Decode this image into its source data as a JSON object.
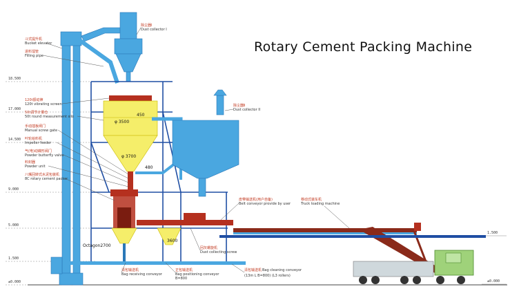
{
  "title": "Rotary Cement Packing Machine",
  "colors": {
    "duct_blue": "#4aa7e0",
    "structure_blue": "#1f4ea3",
    "silo_yellow": "#f5ee6a",
    "machine_red": "#b5301f",
    "truck_green": "#9fd27a"
  },
  "elevations": [
    {
      "value": "18.500"
    },
    {
      "value": "17.000"
    },
    {
      "value": "14.500"
    },
    {
      "value": "9.000"
    },
    {
      "value": "5.000"
    },
    {
      "value": "1.500"
    },
    {
      "value": "±0.000"
    }
  ],
  "right_elevations": [
    {
      "value": "1.500"
    },
    {
      "value": "±0.000"
    }
  ],
  "labels": {
    "dust_collector_1_cn": "除尘器Ⅰ",
    "dust_collector_1": "Dust collector I",
    "dust_collector_2_cn": "除尘器Ⅱ",
    "dust_collector_2": "Dust collector II",
    "bucket_elevator_cn": "斗式提升机",
    "bucket_elevator": "Bucket elevator",
    "filling_pipe_cn": "进料溜管",
    "filling_pipe": "Filling pipe",
    "vibrating_screen_cn": "120t振动筛",
    "vibrating_screen": "120t vibrating screen",
    "measurement_silo_cn": "50t调节计量仓",
    "measurement_silo": "50t round measurement silo",
    "manual_gate_cn": "手动插板闸门",
    "manual_gate": "Manual screw gate",
    "impeller_feeder_cn": "叶轮给料机",
    "impeller_feeder": "Impeller feeder",
    "butterfly_valve_cn": "气(电)动蝶形阀门",
    "butterfly_valve": "Powder butterfly valve",
    "powder_unit_cn": "料封器",
    "powder_unit": "Powder unit",
    "packer_cn": "八嘴回转式水泥包装机",
    "packer": "8C rotary cement packer",
    "belt_conveyor_cn": "皮带输送机(用户自备)",
    "belt_conveyor": "Belt conveyor provide by user",
    "truck_loader_cn": "移动式装车机",
    "truck_loader": "Truck loading machine",
    "dust_screw_cn": "回灰螺旋机",
    "dust_screw": "Dust collecting screw",
    "bag_conveyor_cn": "清包输送机",
    "bag_conveyor": "Bag receiving conveyor",
    "bag_cleaning_cn": "清包输送机",
    "bag_cleaning": "Bag cleaning conveyor",
    "bag_cleaning_spec": "(13m L B=800) (L3 rollers)",
    "bag_positioning_cn": "正包输送机",
    "bag_positioning": "Bag positioning conveyor",
    "bag_positioning_spec": "B=800"
  },
  "dimensions": {
    "d450": "450",
    "d3500": "φ 3500",
    "d3700": "φ 3700",
    "d480": "480",
    "d3600": "3600",
    "octagon": "Octagon2700"
  }
}
